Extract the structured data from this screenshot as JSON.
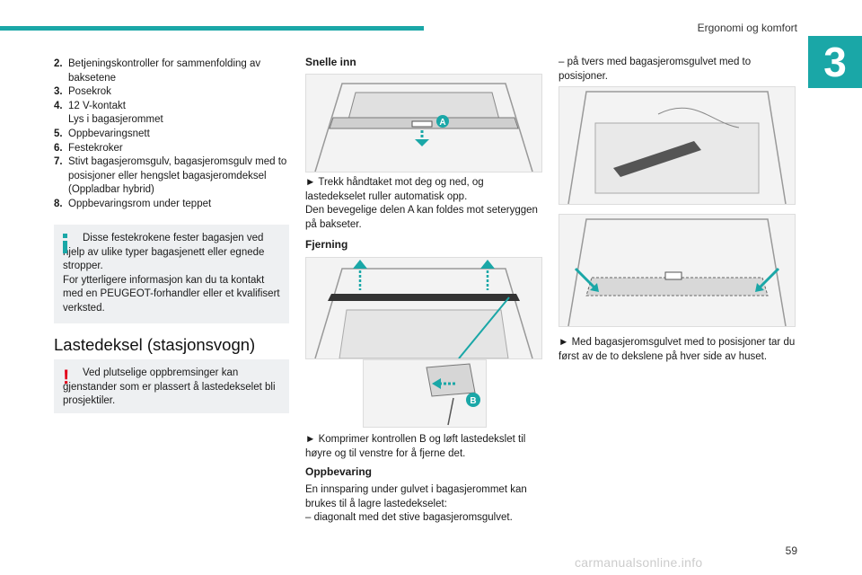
{
  "header": {
    "section": "Ergonomi og komfort",
    "chapter": "3",
    "page": "59"
  },
  "col1": {
    "items": [
      {
        "num": "2.",
        "text": "Betjeningskontroller for sammenfolding av baksetene"
      },
      {
        "num": "3.",
        "text": "Posekrok"
      },
      {
        "num": "4.",
        "text": "12 V-kontakt\nLys i bagasjerommet"
      },
      {
        "num": "5.",
        "text": "Oppbevaringsnett"
      },
      {
        "num": "6.",
        "text": "Festekroker"
      },
      {
        "num": "7.",
        "text": "Stivt bagasjeromsgulv, bagasjeromsgulv med to posisjoner eller hengslet bagasjeromdeksel (Oppladbar hybrid)"
      },
      {
        "num": "8.",
        "text": "Oppbevaringsrom under teppet"
      }
    ],
    "info_note": "Disse festekrokene fester bagasjen ved hjelp av ulike typer bagasjenett eller egnede stropper.\nFor ytterligere informasjon kan du ta kontakt med en PEUGEOT-forhandler eller et kvalifisert verksted.",
    "section_title": "Lastedeksel (stasjonsvogn)",
    "warn_note": "Ved plutselige oppbremsinger kan gjenstander som er plassert å lastedekselet bli prosjektiler."
  },
  "col2": {
    "h_snelle": "Snelle inn",
    "fig1_label": "A",
    "p1": "► Trekk håndtaket mot deg og ned, og lastedekselet ruller automatisk opp.\nDen bevegelige delen A kan foldes mot seteryggen på bakseter.",
    "h_fjerning": "Fjerning",
    "fig3_label": "B",
    "p2": "► Komprimer kontrollen B og løft lastedekslet til høyre og til venstre for å fjerne det.",
    "h_oppbevaring": "Oppbevaring",
    "p3": "En innsparing under gulvet i bagasjerommet kan brukes til å lagre lastedekselet:\n– diagonalt med det stive bagasjeromsgulvet."
  },
  "col3": {
    "p1": "– på tvers med bagasjeromsgulvet med to posisjoner.",
    "p2": "► Med bagasjeromsgulvet med to posisjoner tar du først av de to dekslene på hver side av huset."
  },
  "footer": {
    "watermark": "carmanualsonline.info"
  },
  "colors": {
    "accent": "#1aa7a7",
    "warning": "#e2001a",
    "note_bg": "#eef0f2"
  }
}
